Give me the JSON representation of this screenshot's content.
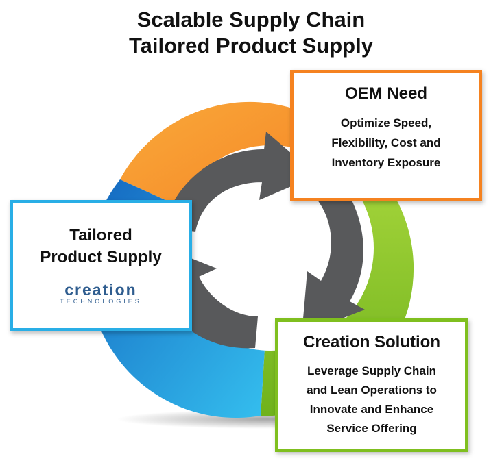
{
  "title": {
    "line1": "Scalable Supply Chain",
    "line2": "Tailored Product Supply"
  },
  "boxes": {
    "oem_need": {
      "heading": "OEM Need",
      "lines": [
        "Optimize Speed,",
        "Flexibility, Cost and",
        "Inventory Exposure"
      ]
    },
    "tailored": {
      "heading_lines": [
        "Tailored",
        "Product Supply"
      ],
      "logo_word": "creation",
      "logo_sub": "TECHNOLOGIES"
    },
    "creation_solution": {
      "heading": "Creation Solution",
      "lines": [
        "Leverage Supply Chain",
        "and Lean Operations to",
        "Innovate and Enhance",
        "Service Offering"
      ]
    }
  },
  "colors": {
    "orange": "#f58220",
    "green": "#7fbf1f",
    "blue": "#29aee6",
    "arrow_gray": "#58595b"
  }
}
